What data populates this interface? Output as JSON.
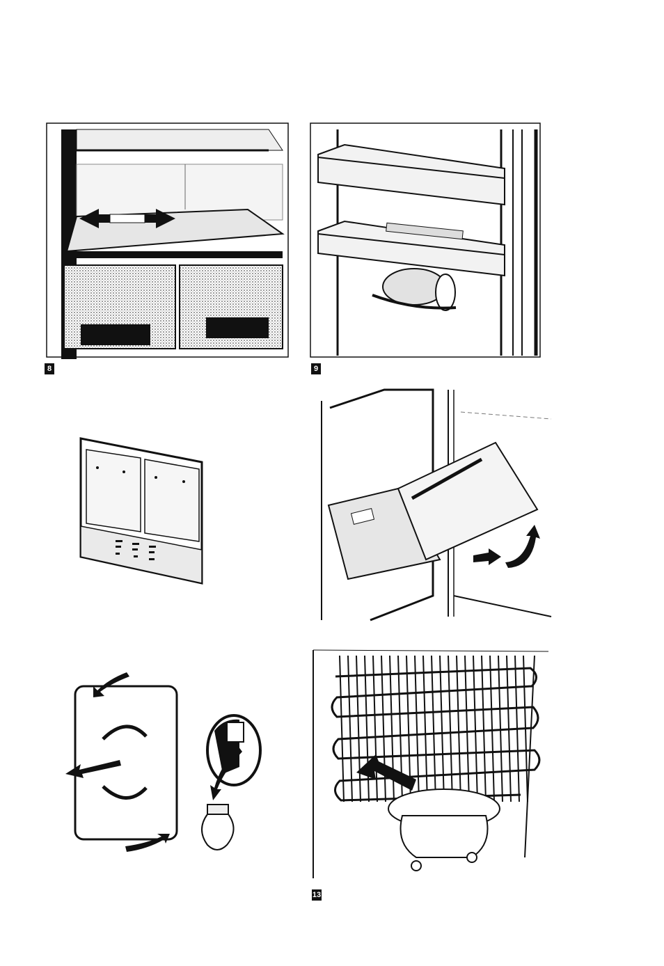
{
  "figures": {
    "fig8": {
      "number": "8"
    },
    "fig9": {
      "number": "9"
    },
    "fig13": {
      "number": "13"
    }
  },
  "colors": {
    "ink": "#111111",
    "paper": "#ffffff",
    "shade": "#bdbdbd"
  }
}
